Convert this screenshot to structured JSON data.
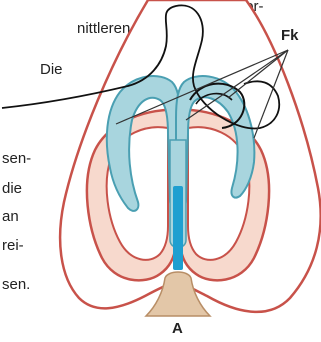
{
  "text_fragments": [
    "Nasenknor-",
    "nittleren",
    "Die",
    "sen-",
    "die",
    "an",
    "rei-",
    "sen."
  ],
  "labels": {
    "fk": "Fk",
    "a": "A"
  },
  "colors": {
    "skin_outline": "#c8524a",
    "skin_fill": "#f7d9cd",
    "cartilage_fill": "#a8d5de",
    "cartilage_edge": "#4a9fb2",
    "septum_blue": "#1f9fd0",
    "base_tissue": "#e3c7a8",
    "suture_thread": "#111111",
    "text": "#222222"
  }
}
